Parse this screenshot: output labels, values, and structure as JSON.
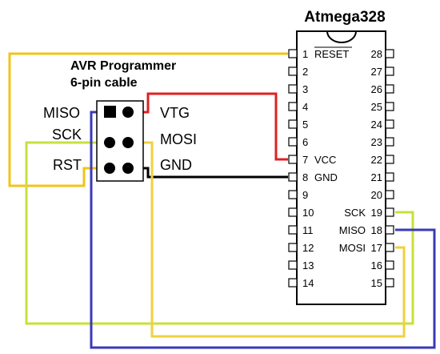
{
  "chip": {
    "title": "Atmega328",
    "left_pins": [
      {
        "num": "1",
        "name": "RESET",
        "overline": true
      },
      {
        "num": "2",
        "name": ""
      },
      {
        "num": "3",
        "name": ""
      },
      {
        "num": "4",
        "name": ""
      },
      {
        "num": "5",
        "name": ""
      },
      {
        "num": "6",
        "name": ""
      },
      {
        "num": "7",
        "name": "VCC"
      },
      {
        "num": "8",
        "name": "GND"
      },
      {
        "num": "9",
        "name": ""
      },
      {
        "num": "10",
        "name": ""
      },
      {
        "num": "11",
        "name": ""
      },
      {
        "num": "12",
        "name": ""
      },
      {
        "num": "13",
        "name": ""
      },
      {
        "num": "14",
        "name": ""
      }
    ],
    "right_pins": [
      {
        "num": "28",
        "name": ""
      },
      {
        "num": "27",
        "name": ""
      },
      {
        "num": "26",
        "name": ""
      },
      {
        "num": "25",
        "name": ""
      },
      {
        "num": "24",
        "name": ""
      },
      {
        "num": "23",
        "name": ""
      },
      {
        "num": "22",
        "name": ""
      },
      {
        "num": "21",
        "name": ""
      },
      {
        "num": "20",
        "name": ""
      },
      {
        "num": "19",
        "name": "SCK"
      },
      {
        "num": "18",
        "name": "MISO"
      },
      {
        "num": "17",
        "name": "MOSI"
      },
      {
        "num": "16",
        "name": ""
      },
      {
        "num": "15",
        "name": ""
      }
    ]
  },
  "programmer": {
    "title_line1": "AVR Programmer",
    "title_line2": "6-pin cable",
    "left_labels": [
      "MISO",
      "SCK",
      "RST"
    ],
    "right_labels": [
      "VTG",
      "MOSI",
      "GND"
    ]
  },
  "wire_colors": {
    "reset": "#f0c419",
    "vcc": "#e02020",
    "gnd": "#000000",
    "sck": "#c8e03a",
    "miso": "#3a3ab8",
    "mosi": "#f0d040"
  }
}
